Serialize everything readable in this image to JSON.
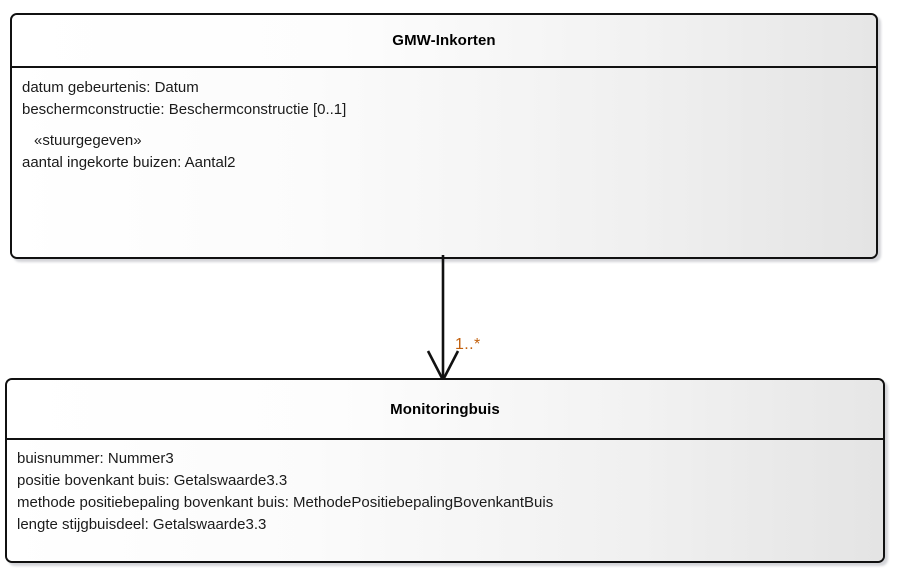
{
  "diagram": {
    "type": "uml-class-diagram",
    "background_color": "#ffffff",
    "classes": [
      {
        "id": "gmw-inkorten",
        "name": "GMW-Inkorten",
        "attributes": [
          {
            "text": "datum gebeurtenis: Datum",
            "kind": "attribute"
          },
          {
            "text": "beschermconstructie: Beschermconstructie [0..1]",
            "kind": "attribute"
          },
          {
            "text": "«stuurgegeven»",
            "kind": "stereotype"
          },
          {
            "text": "aantal ingekorte buizen: Aantal2",
            "kind": "attribute"
          }
        ]
      },
      {
        "id": "monitoringbuis",
        "name": "Monitoringbuis",
        "attributes": [
          {
            "text": "buisnummer: Nummer3",
            "kind": "attribute"
          },
          {
            "text": "positie bovenkant buis: Getalswaarde3.3",
            "kind": "attribute"
          },
          {
            "text": "methode positiebepaling bovenkant buis: MethodePositiebepalingBovenkantBuis",
            "kind": "attribute"
          },
          {
            "text": "lengte stijgbuisdeel: Getalswaarde3.3",
            "kind": "attribute"
          }
        ]
      }
    ],
    "connector": {
      "name": "association",
      "from": "gmw-inkorten",
      "to": "monitoringbuis",
      "arrowhead": "open-v",
      "multiplicity_target": "1..*",
      "multiplicity_color": "#c2600d",
      "line_color": "#111111"
    },
    "colors": {
      "border": "#111111",
      "header_gradient_start": "#ffffff",
      "header_gradient_end": "#e6e6e6",
      "body_gradient_start": "#ffffff",
      "body_gradient_end": "#e4e4e4",
      "text": "#1b1b1b",
      "title_text": "#000000",
      "multiplicity": "#c2600d"
    }
  }
}
